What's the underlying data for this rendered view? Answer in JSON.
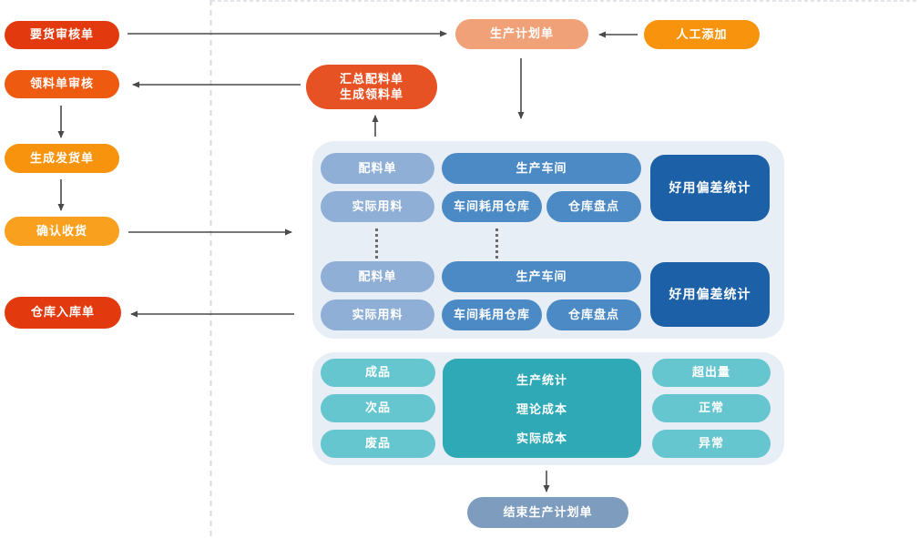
{
  "colors": {
    "node_red": "#E23A0E",
    "node_orange_deep": "#EE5A10",
    "node_orange": "#F7930C",
    "node_orange_light": "#F9A01F",
    "node_salmon": "#F0A178",
    "node_summary_red": "#E75224",
    "blue_light": "#8FAFD6",
    "blue_mid": "#4C8AC6",
    "blue_dark": "#1C61A8",
    "teal_light": "#66C6D0",
    "teal_dark": "#2FA9B6",
    "slate": "#7D9CBE",
    "panel_bg": "#E8EEF6",
    "arrow": "#4a4a4a",
    "dashed_separator": "#DBDBDB"
  },
  "left_flow": {
    "nodes": [
      {
        "id": "demand-audit",
        "label": "要货审核单"
      },
      {
        "id": "picking-audit",
        "label": "领料单审核"
      },
      {
        "id": "create-shipment",
        "label": "生成发货单"
      },
      {
        "id": "confirm-receipt",
        "label": "确认收货"
      },
      {
        "id": "warehouse-receipt",
        "label": "仓库入库单"
      }
    ]
  },
  "top_flow": {
    "production_plan": "生产计划单",
    "manual_add": "人工添加",
    "summary_line1": "汇总配料单",
    "summary_line2": "生成领料单"
  },
  "workshop_panel": {
    "groups": [
      {
        "ingredient_list": "配料单",
        "workshop": "生产车间",
        "deviation_stats": "好用偏差统计",
        "actual_usage": "实际用料",
        "workshop_warehouse": "车间耗用仓库",
        "inventory_check": "仓库盘点"
      },
      {
        "ingredient_list": "配料单",
        "workshop": "生产车间",
        "deviation_stats": "好用偏差统计",
        "actual_usage": "实际用料",
        "workshop_warehouse": "车间耗用仓库",
        "inventory_check": "仓库盘点"
      }
    ]
  },
  "stats_panel": {
    "left": [
      "成品",
      "次品",
      "废品"
    ],
    "center": [
      "生产统计",
      "理论成本",
      "实际成本"
    ],
    "right": [
      "超出量",
      "正常",
      "异常"
    ]
  },
  "end_node": "结束生产计划单"
}
